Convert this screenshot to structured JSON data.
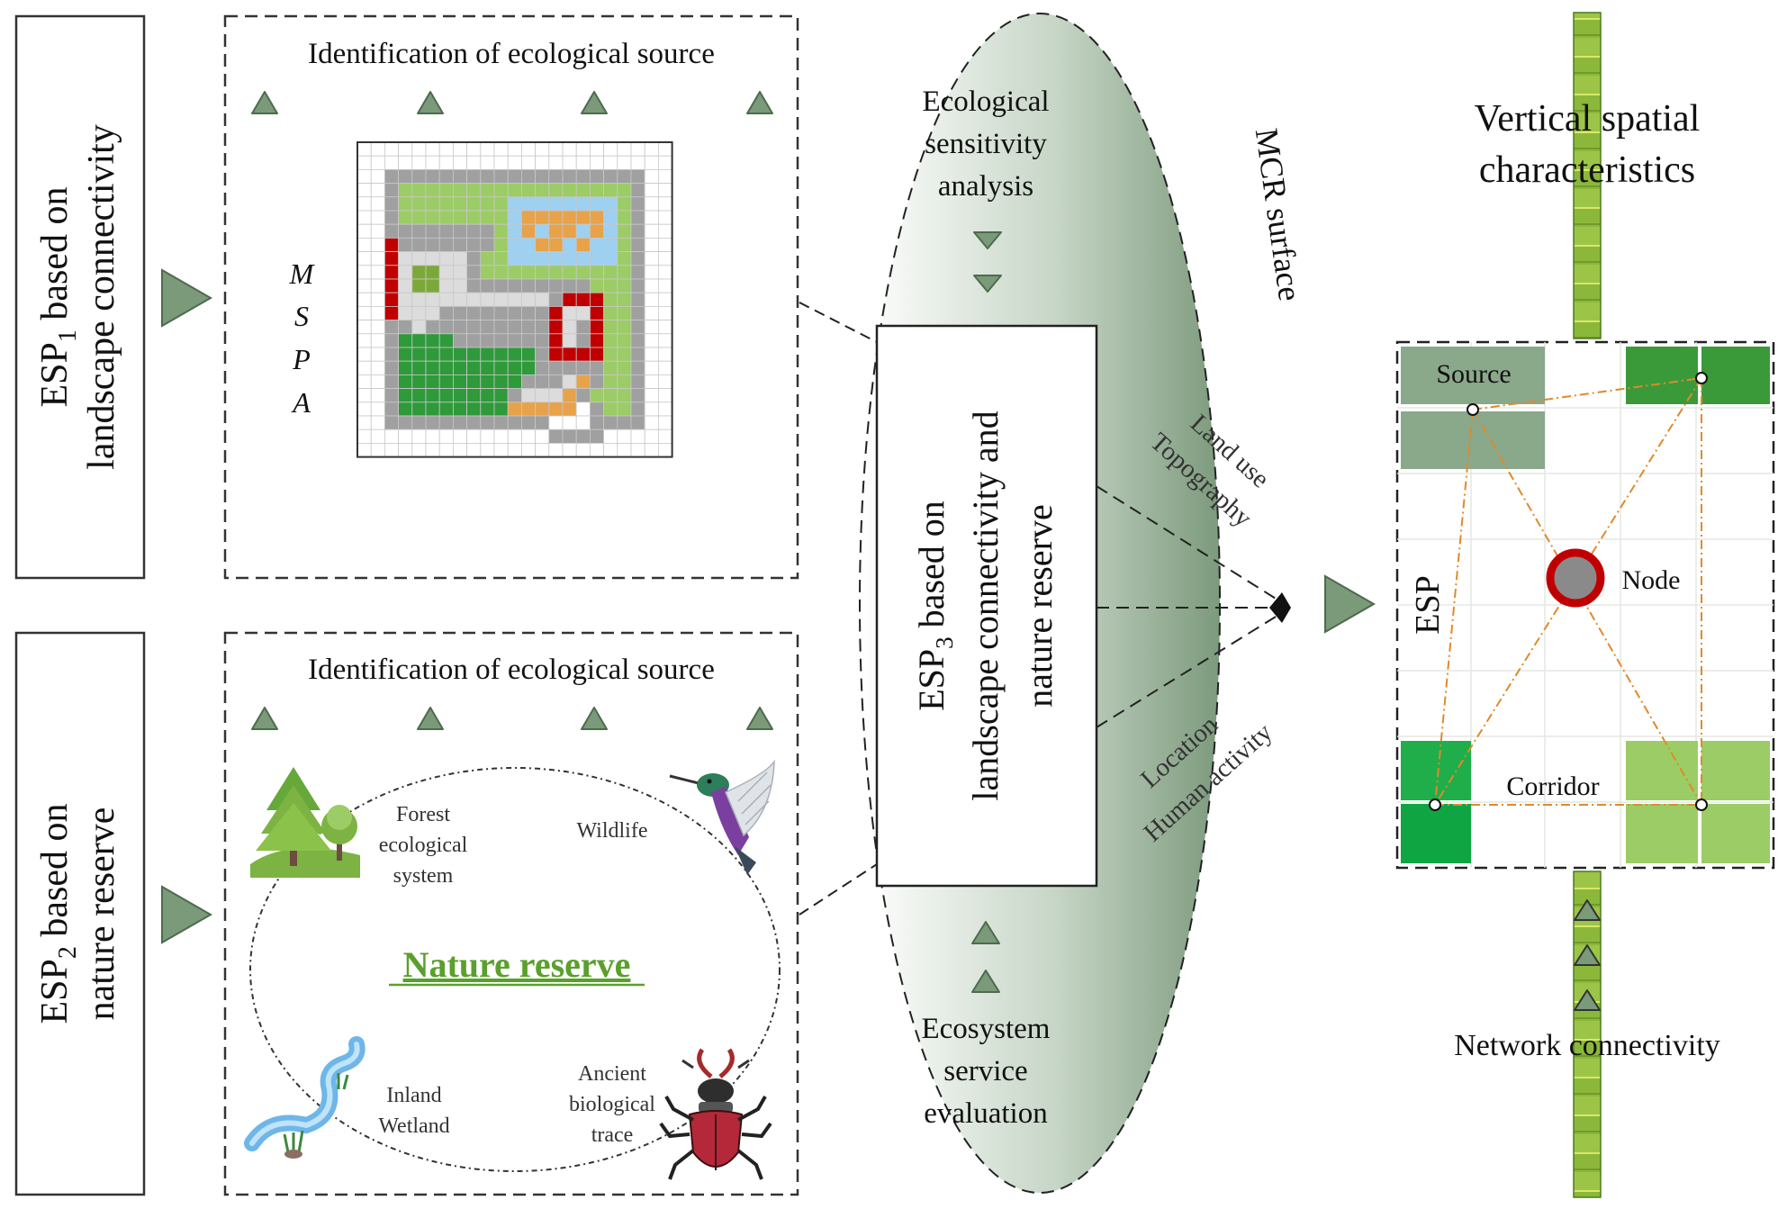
{
  "esp1_box": {
    "line1": "ESP",
    "sub": "1",
    "line1_rest": " based on",
    "line2": "landscape connectivity"
  },
  "esp2_box": {
    "line1": "ESP",
    "sub": "2",
    "line1_rest": " based on",
    "line2": "nature reserve"
  },
  "mspa_panel": {
    "title": "Identification of ecological source",
    "mspa_letters": [
      "M",
      "S",
      "P",
      "A"
    ]
  },
  "reserve_panel": {
    "title": "Identification of ecological source",
    "center_label": "Nature reserve",
    "items": {
      "forest": [
        "Forest",
        "ecological",
        "system"
      ],
      "wildlife": [
        "Wildlife"
      ],
      "wetland": [
        "Inland",
        "Wetland"
      ],
      "trace": [
        "Ancient",
        "biological",
        "trace"
      ]
    }
  },
  "mcr": {
    "label": "MCR surface",
    "top_text": [
      "Ecological",
      "sensitivity",
      "analysis"
    ],
    "bottom_text": [
      "Ecosystem",
      "service",
      "evaluation"
    ],
    "factor_upper": [
      "Land use",
      "Topography"
    ],
    "factor_lower": [
      "Location",
      "Human activity"
    ]
  },
  "esp3_box": {
    "line1": "ESP",
    "sub": "3",
    "line1_rest": " based on",
    "line2": "landscape connectivity and",
    "line3": "nature reserve"
  },
  "right_panel": {
    "top_label": [
      "Vertical spatial",
      "characteristics"
    ],
    "esp_label": "ESP",
    "source_label": "Source",
    "node_label": "Node",
    "corridor_label": "Corridor",
    "bottom_label": "Network connectivity"
  },
  "colors": {
    "triangle_fill": "#7a9a7a",
    "nature_reserve_text": "#5aa02c",
    "mcr_green": "#7d9a7d",
    "corridor": "#e08a2a",
    "node_ring": "#c00000"
  }
}
